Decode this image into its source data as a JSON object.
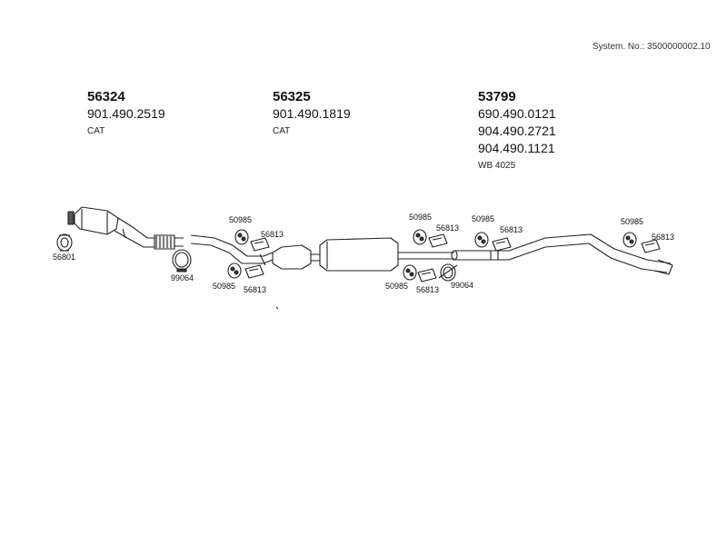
{
  "system_no": "System. No.: 3500000002.10",
  "groups": [
    {
      "number": "56324",
      "parts": [
        "901.490.2519"
      ],
      "note": "CAT"
    },
    {
      "number": "56325",
      "parts": [
        "901.490.1819"
      ],
      "note": "CAT"
    },
    {
      "number": "53799",
      "parts": [
        "690.490.0121",
        "904.490.2721",
        "904.490.1121"
      ],
      "note": "WB 4025"
    }
  ],
  "callouts": {
    "gasket": "56801",
    "clamp_left": "99064",
    "clamp_right": "99064",
    "hanger_1": "50985",
    "strap_1": "56813",
    "hanger_2": "50985",
    "strap_2": "56813",
    "hanger_3": "50985",
    "strap_3": "56813",
    "hanger_4": "50985",
    "strap_4": "56813",
    "hanger_5": "50985",
    "strap_5": "56813",
    "hanger_6": "50985",
    "strap_6": "56813"
  }
}
